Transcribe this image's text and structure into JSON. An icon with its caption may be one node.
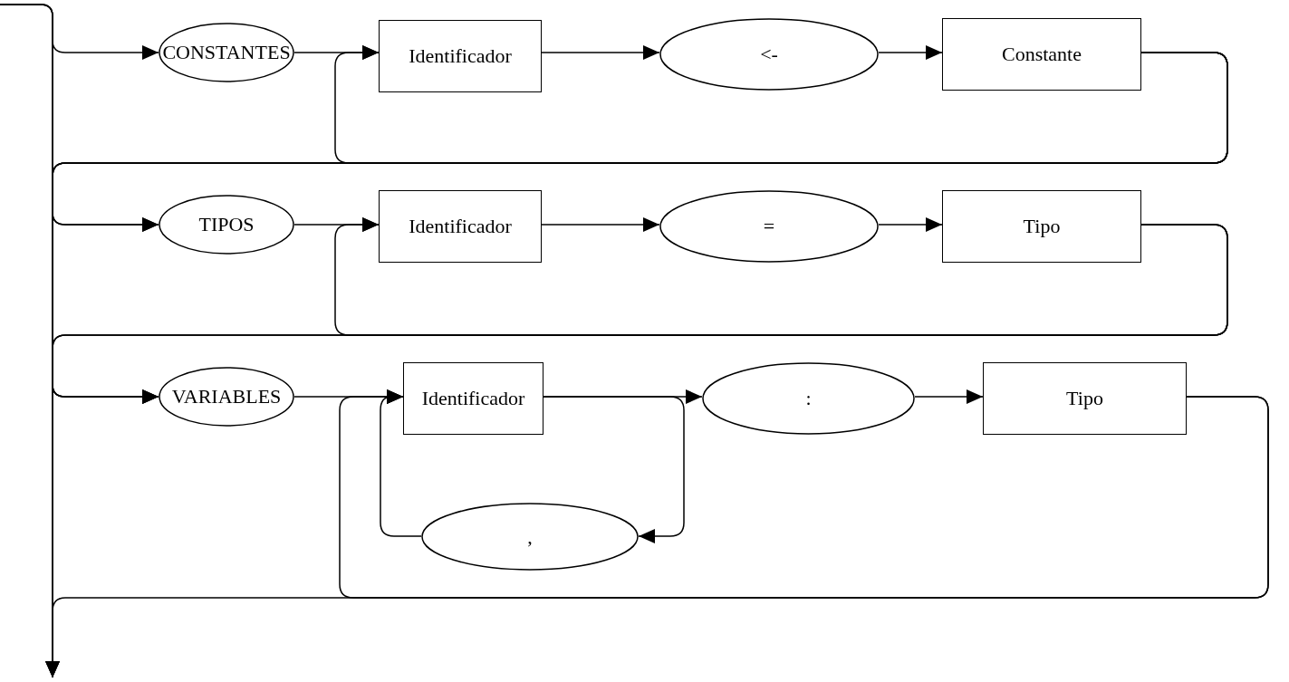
{
  "diagram": {
    "nodes": [
      {
        "text": [
          "CONSTANTES"
        ]
      },
      {
        "text": [
          "Identificador"
        ]
      },
      {
        "text": [
          "<-"
        ]
      },
      {
        "text": [
          "Constante"
        ]
      },
      {
        "text": [
          "TIPOS"
        ]
      },
      {
        "text": [
          "Identificador"
        ]
      },
      {
        "text": [
          "="
        ]
      },
      {
        "text": [
          "Tipo"
        ]
      },
      {
        "text": [
          "VARIABLES"
        ]
      },
      {
        "text": [
          "Identificador"
        ]
      },
      {
        "text": [
          ":"
        ]
      },
      {
        "text": [
          "Tipo"
        ]
      },
      {
        "text": [
          ","
        ]
      }
    ],
    "edges": [
      {
        "from": null,
        "to": 0,
        "arrow": "to"
      },
      {
        "from": null,
        "to": 4,
        "arrow": "to"
      },
      {
        "from": null,
        "to": 8,
        "arrow": "to"
      },
      {
        "from": 0,
        "to": 1,
        "arrow": "to"
      },
      {
        "from": 1,
        "to": 2,
        "arrow": "to"
      },
      {
        "from": 2,
        "to": 3,
        "arrow": "to"
      },
      {
        "from": 3,
        "to": 1,
        "arrow": "to"
      },
      {
        "from": 3,
        "to": 4,
        "arrow": "to"
      },
      {
        "from": 3,
        "to": 8,
        "arrow": "to"
      },
      {
        "from": 3,
        "to": null,
        "arrow": "to"
      },
      {
        "from": 4,
        "to": 5,
        "arrow": "to"
      },
      {
        "from": 5,
        "to": 6,
        "arrow": "to"
      },
      {
        "from": 6,
        "to": 7,
        "arrow": "to"
      },
      {
        "from": 7,
        "to": 5,
        "arrow": "to"
      },
      {
        "from": 7,
        "to": 8,
        "arrow": "to"
      },
      {
        "from": 7,
        "to": null,
        "arrow": "to"
      },
      {
        "from": 8,
        "to": 9,
        "arrow": "to"
      },
      {
        "from": 9,
        "to": 10,
        "arrow": "to"
      },
      {
        "from": 9,
        "to": 12,
        "arrow": "to"
      },
      {
        "from": 12,
        "to": 9,
        "arrow": "to"
      },
      {
        "from": 10,
        "to": 11,
        "arrow": "to"
      },
      {
        "from": 11,
        "to": 9,
        "arrow": "to"
      },
      {
        "from": 11,
        "to": null,
        "arrow": "to"
      }
    ]
  }
}
